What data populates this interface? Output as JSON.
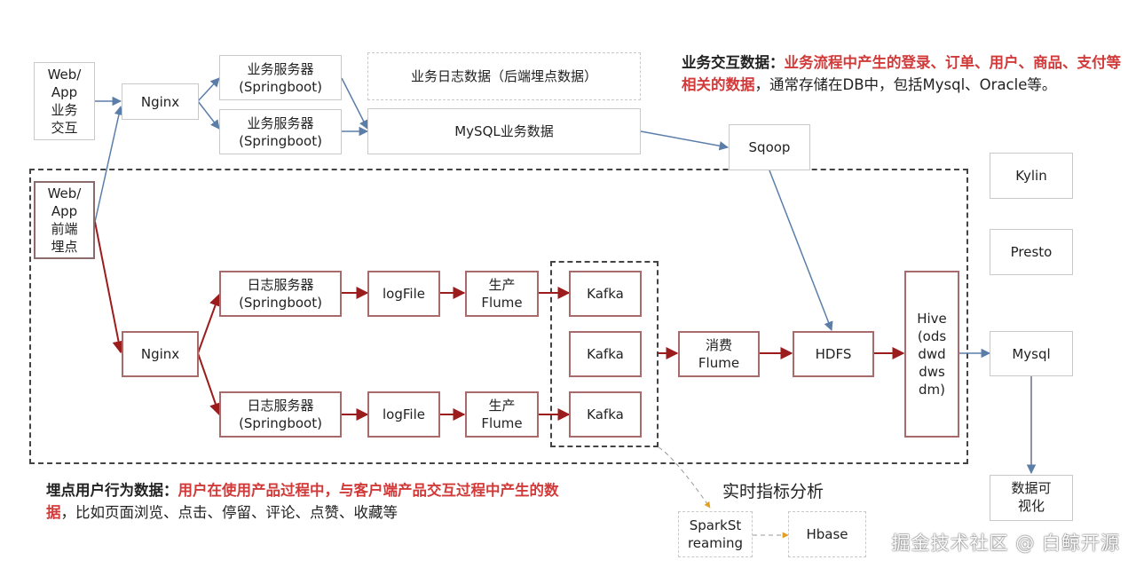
{
  "business_flow": {
    "client": "Web/\nApp\n业务\n交互",
    "nginx": "Nginx",
    "server_1": "业务服务器\n(Springboot)",
    "server_2": "业务服务器\n(Springboot)",
    "log_data": "业务日志数据（后端埋点数据）",
    "mysql_data": "MySQL业务数据",
    "sqoop": "Sqoop"
  },
  "tracking_flow": {
    "client": "Web/\nApp\n前端\n埋点",
    "nginx": "Nginx",
    "log_server_1": "日志服务器\n(Springboot)",
    "log_server_2": "日志服务器\n(Springboot)",
    "logfile_1": "logFile",
    "logfile_2": "logFile",
    "producer_flume_1": "生产\nFlume",
    "producer_flume_2": "生产\nFlume",
    "kafka_1": "Kafka",
    "kafka_2": "Kafka",
    "kafka_3": "Kafka",
    "consumer_flume": "消费\nFlume",
    "hdfs": "HDFS",
    "hive": "Hive\n(ods\ndwd\ndws\ndm)"
  },
  "outputs": {
    "kylin": "Kylin",
    "presto": "Presto",
    "mysql": "Mysql",
    "visualization": "数据可\n视化"
  },
  "realtime": {
    "caption": "实时指标分析",
    "spark": "SparkSt\nreaming",
    "hbase": "Hbase"
  },
  "notes": {
    "business": {
      "title": "业务交互数据：",
      "highlight_1": "业务流程中产生的登录、订单、用户、商品、支付等相关的数据",
      "body": "，通常存储在DB中，包括Mysql、Oracle等。"
    },
    "tracking": {
      "title": "埋点用户行为数据：",
      "highlight_1": "用户在使用产品过程中，与客户端产品交互过程中产生的数据",
      "body": "，比如页面浏览、点击、停留、评论、点赞、收藏等"
    }
  },
  "watermark": "掘金技术社区 @ 白鲸开源",
  "colors": {
    "business_arrow": "#5a7ea8",
    "tracking_arrow": "#9b1c1c",
    "realtime_arrow": "#e0a020",
    "highlight_text": "#d23a3a"
  }
}
